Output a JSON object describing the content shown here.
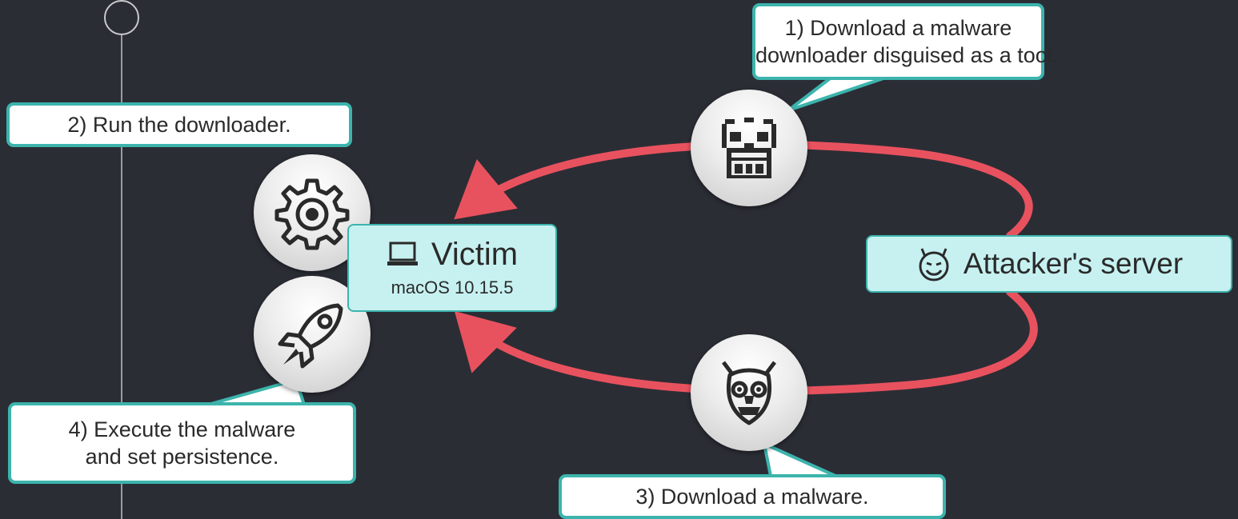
{
  "colors": {
    "background": "#2b2d35",
    "arrow": "#e8525e",
    "callout_border": "#3cb4ad",
    "node_fill": "#c7f1f1",
    "timeline": "#9a9ca3"
  },
  "victim": {
    "icon": "laptop-icon",
    "title": "Victim",
    "subtitle": "macOS 10.15.5"
  },
  "server": {
    "icon": "devil-face-icon",
    "title": "Attacker's server"
  },
  "steps": [
    {
      "text_lines": [
        "1) Download a malware",
        "downloader disguised as a tool."
      ],
      "icon": "pixel-monster-icon"
    },
    {
      "text_lines": [
        "2) Run the downloader."
      ],
      "icon": "gear-icon"
    },
    {
      "text_lines": [
        "3) Download a malware."
      ],
      "icon": "oni-mask-icon"
    },
    {
      "text_lines": [
        "4) Execute the malware",
        "and set persistence."
      ],
      "icon": "rocket-icon"
    }
  ]
}
